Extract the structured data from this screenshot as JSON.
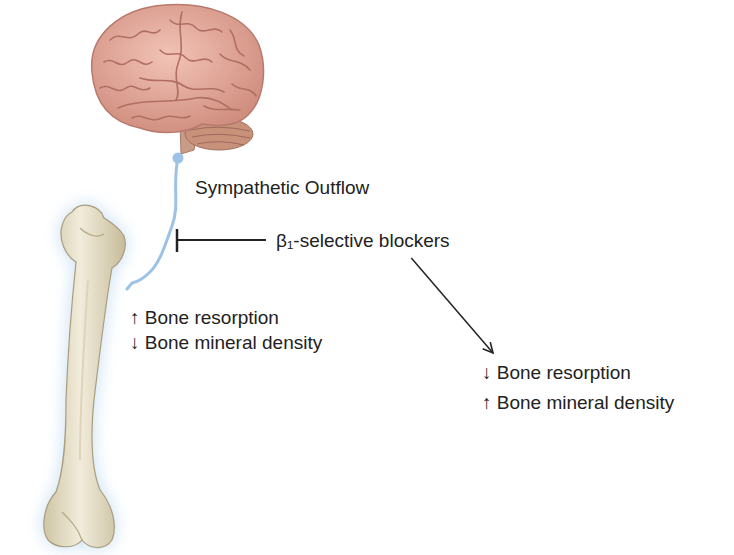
{
  "diagram": {
    "nodes": [
      {
        "text": [
          "Sympathetic Outflow"
        ]
      },
      {
        "text": [
          "β₁-selective blockers"
        ]
      },
      {
        "text": [
          "↑ Bone resorption",
          "↓ Bone mineral density"
        ]
      },
      {
        "text": [
          "↓ Bone resorption",
          "↑ Bone mineral density"
        ]
      }
    ],
    "edges": [
      {
        "from": 1,
        "to": 3,
        "arrow": "to"
      }
    ]
  }
}
